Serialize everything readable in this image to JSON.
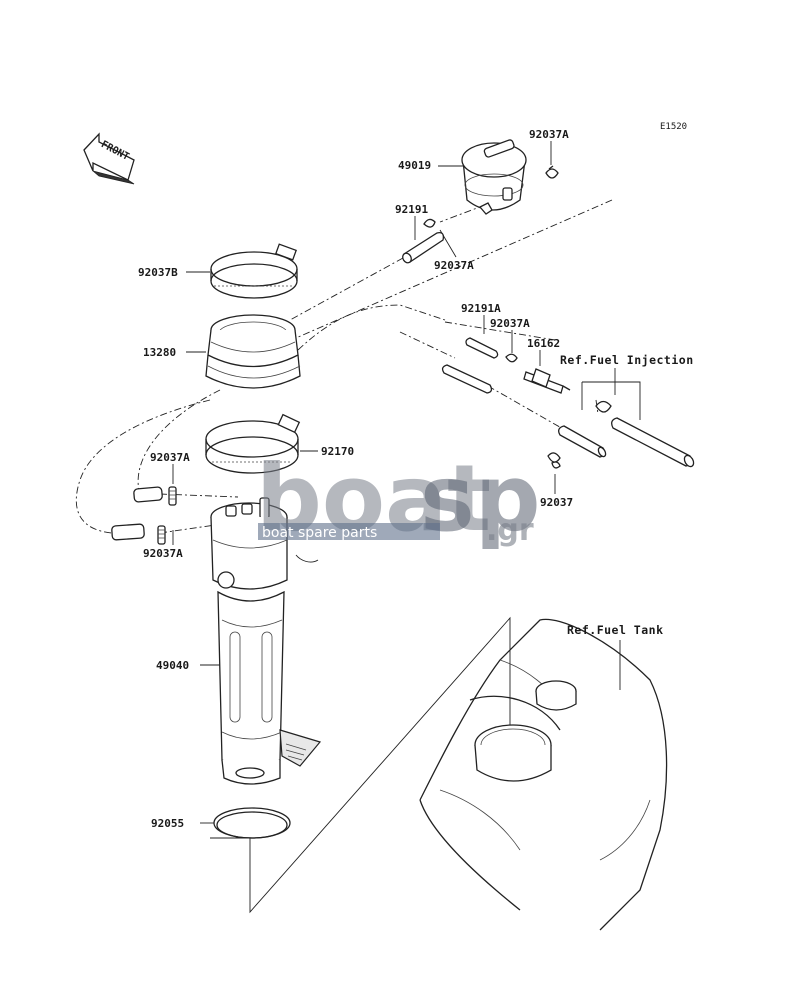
{
  "diagram_code": "E1520",
  "front_label": "FRONT",
  "part_labels": {
    "p49019": "49019",
    "p92037A_top": "92037A",
    "p92191": "92191",
    "p92037A_mid": "92037A",
    "p92037B": "92037B",
    "p13280": "13280",
    "p92191A": "92191A",
    "p92037A_right": "92037A",
    "p16162": "16162",
    "p92170": "92170",
    "p92037A_left1": "92037A",
    "p92037": "92037",
    "p92037A_left2": "92037A",
    "p49040": "49040",
    "p92055": "92055"
  },
  "references": {
    "fuel_injection": "Ref.Fuel Injection",
    "fuel_tank": "Ref.Fuel Tank"
  },
  "watermark": {
    "brand_main": "boat",
    "brand_sp": "sp",
    "brand_tld": ".gr",
    "tagline": "boat spare parts"
  }
}
